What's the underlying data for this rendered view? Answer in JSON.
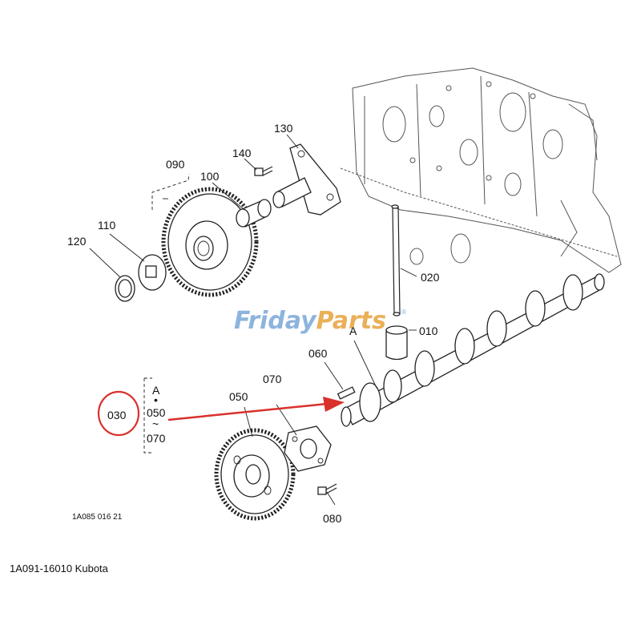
{
  "watermark": {
    "word1": "Friday",
    "word2": "Parts",
    "reg": "®",
    "color1": "#7aa7d8",
    "color2": "#e7a23a"
  },
  "callouts": {
    "p010": "010",
    "p020": "020",
    "p030": "030",
    "p050": "050",
    "p060": "060",
    "p070": "070",
    "p080": "080",
    "p090": "090",
    "p100": "100",
    "p110": "110",
    "p120": "120",
    "p130": "130",
    "p140": "140",
    "ref_a": "A"
  },
  "bracket_030": {
    "line1": "A",
    "dot": "•",
    "line2": "050",
    "tilde": "~",
    "line3": "070"
  },
  "drawing_code": "1A085 016 21",
  "caption": "1A091-16010 Kubota",
  "highlight_color": "#d9302c"
}
